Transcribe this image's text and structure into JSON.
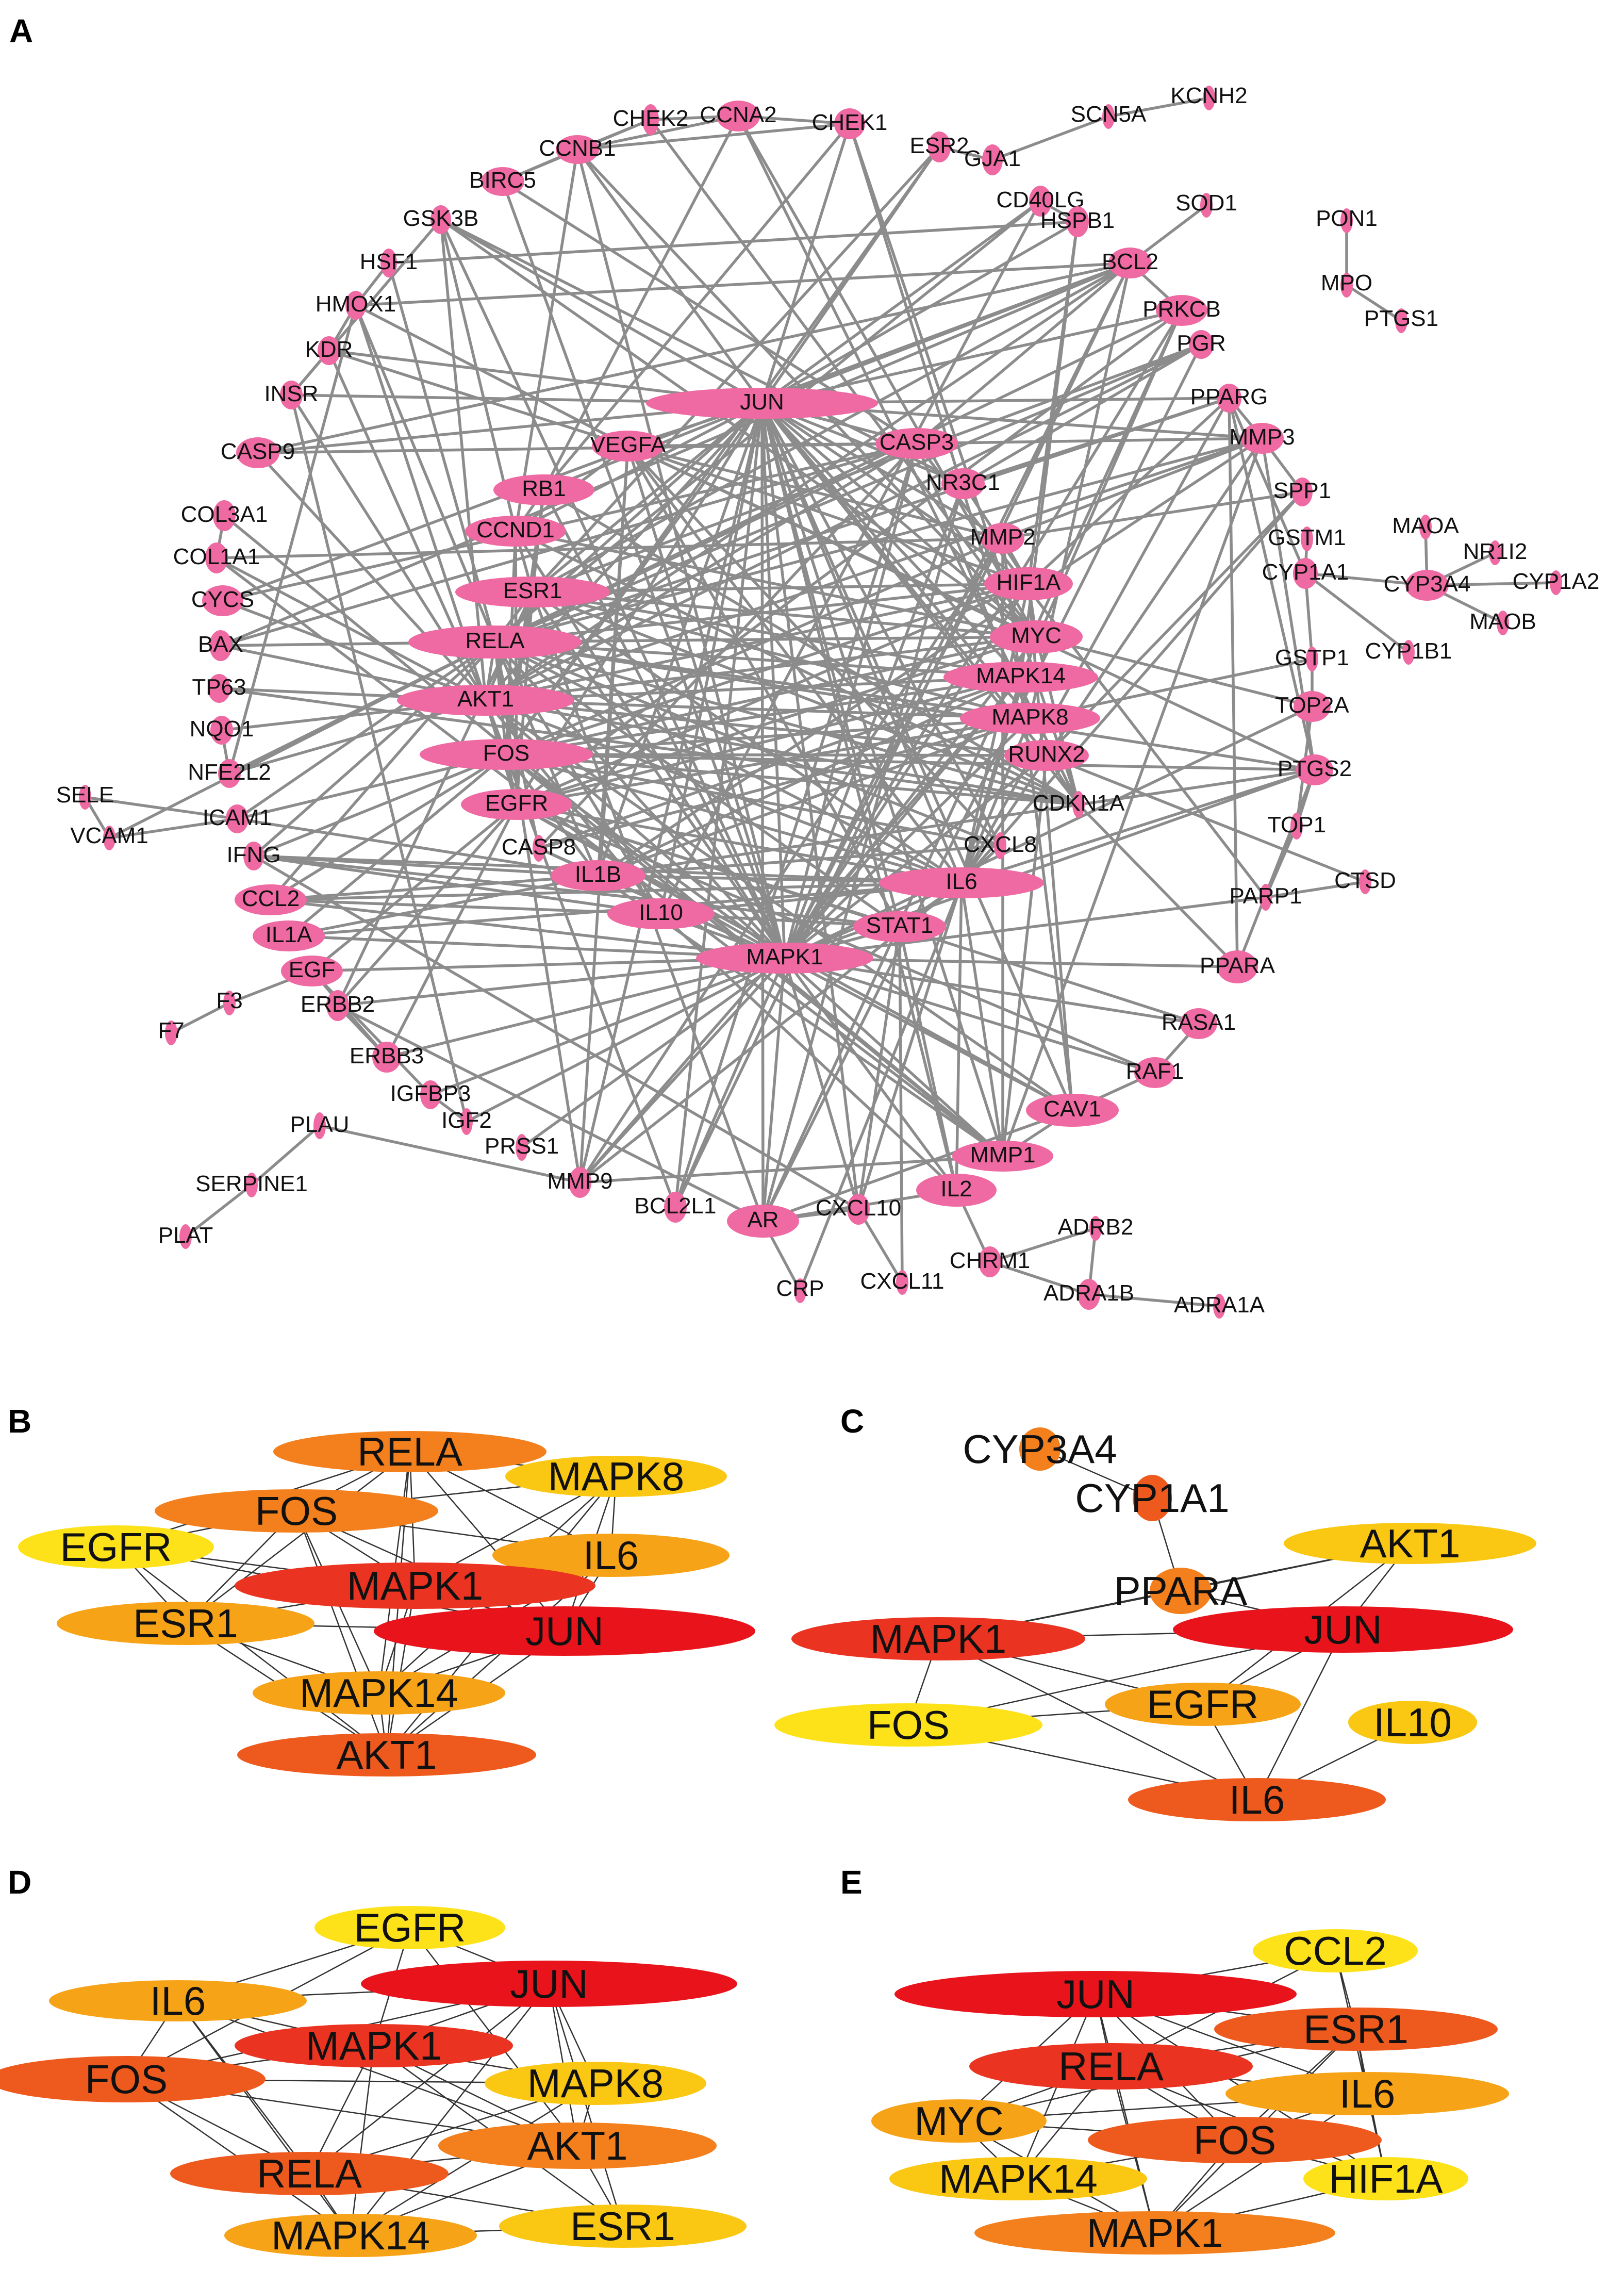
{
  "colors": {
    "node_pink": "#ef6aa2",
    "edge_gray": "#8c8c8c",
    "sub_edge": "#333333",
    "rank_1": "#e8131b",
    "rank_2": "#ea3320",
    "rank_3": "#ee5a1e",
    "rank_4": "#f37f1d",
    "rank_5": "#f7a318",
    "rank_6": "#fac812",
    "rank_7": "#fde21a"
  },
  "panels": {
    "A": {
      "letter": "A",
      "nodes": [
        {
          "id": "CHEK2",
          "label": "CHEK2"
        },
        {
          "id": "CCNA2",
          "label": "CCNA2"
        },
        {
          "id": "CHEK1",
          "label": "CHEK1"
        },
        {
          "id": "ESR2",
          "label": "ESR2"
        },
        {
          "id": "GJA1",
          "label": "GJA1"
        },
        {
          "id": "SCN5A",
          "label": "SCN5A"
        },
        {
          "id": "KCNH2",
          "label": "KCNH2"
        },
        {
          "id": "CCNB1",
          "label": "CCNB1"
        },
        {
          "id": "BIRC5",
          "label": "BIRC5"
        },
        {
          "id": "CD40LG",
          "label": "CD40LG"
        },
        {
          "id": "HSPB1",
          "label": "HSPB1"
        },
        {
          "id": "SOD1",
          "label": "SOD1"
        },
        {
          "id": "PON1",
          "label": "PON1"
        },
        {
          "id": "GSK3B",
          "label": "GSK3B"
        },
        {
          "id": "HSF1",
          "label": "HSF1"
        },
        {
          "id": "BCL2",
          "label": "BCL2"
        },
        {
          "id": "MPO",
          "label": "MPO"
        },
        {
          "id": "PTGS1",
          "label": "PTGS1"
        },
        {
          "id": "HMOX1",
          "label": "HMOX1"
        },
        {
          "id": "PRKCB",
          "label": "PRKCB"
        },
        {
          "id": "KDR",
          "label": "KDR"
        },
        {
          "id": "PGR",
          "label": "PGR"
        },
        {
          "id": "INSR",
          "label": "INSR"
        },
        {
          "id": "JUN",
          "label": "JUN"
        },
        {
          "id": "PPARG",
          "label": "PPARG"
        },
        {
          "id": "MMP3",
          "label": "MMP3"
        },
        {
          "id": "CASP9",
          "label": "CASP9"
        },
        {
          "id": "VEGFA",
          "label": "VEGFA"
        },
        {
          "id": "CASP3",
          "label": "CASP3"
        },
        {
          "id": "SPP1",
          "label": "SPP1"
        },
        {
          "id": "NR3C1",
          "label": "NR3C1"
        },
        {
          "id": "RB1",
          "label": "RB1"
        },
        {
          "id": "COL3A1",
          "label": "COL3A1"
        },
        {
          "id": "MAOA",
          "label": "MAOA"
        },
        {
          "id": "GSTM1",
          "label": "GSTM1"
        },
        {
          "id": "NR1I2",
          "label": "NR1I2"
        },
        {
          "id": "CCND1",
          "label": "CCND1"
        },
        {
          "id": "MMP2",
          "label": "MMP2"
        },
        {
          "id": "COL1A1",
          "label": "COL1A1"
        },
        {
          "id": "CYP1A1",
          "label": "CYP1A1"
        },
        {
          "id": "CYP3A4",
          "label": "CYP3A4"
        },
        {
          "id": "CYP1A2",
          "label": "CYP1A2"
        },
        {
          "id": "ESR1",
          "label": "ESR1"
        },
        {
          "id": "HIF1A",
          "label": "HIF1A"
        },
        {
          "id": "CYCS",
          "label": "CYCS"
        },
        {
          "id": "MAOB",
          "label": "MAOB"
        },
        {
          "id": "MYC",
          "label": "MYC"
        },
        {
          "id": "RELA",
          "label": "RELA"
        },
        {
          "id": "BAX",
          "label": "BAX"
        },
        {
          "id": "GSTP1",
          "label": "GSTP1"
        },
        {
          "id": "CYP1B1",
          "label": "CYP1B1"
        },
        {
          "id": "MAPK14",
          "label": "MAPK14"
        },
        {
          "id": "TP63",
          "label": "TP63"
        },
        {
          "id": "AKT1",
          "label": "AKT1"
        },
        {
          "id": "TOP2A",
          "label": "TOP2A"
        },
        {
          "id": "MAPK8",
          "label": "MAPK8"
        },
        {
          "id": "NQO1",
          "label": "NQO1"
        },
        {
          "id": "FOS",
          "label": "FOS"
        },
        {
          "id": "RUNX2",
          "label": "RUNX2"
        },
        {
          "id": "NFE2L2",
          "label": "NFE2L2"
        },
        {
          "id": "PTGS2",
          "label": "PTGS2"
        },
        {
          "id": "SELE",
          "label": "SELE"
        },
        {
          "id": "CDKN1A",
          "label": "CDKN1A"
        },
        {
          "id": "EGFR",
          "label": "EGFR"
        },
        {
          "id": "ICAM1",
          "label": "ICAM1"
        },
        {
          "id": "VCAM1",
          "label": "VCAM1"
        },
        {
          "id": "TOP1",
          "label": "TOP1"
        },
        {
          "id": "CXCL8",
          "label": "CXCL8"
        },
        {
          "id": "CASP8",
          "label": "CASP8"
        },
        {
          "id": "IFNG",
          "label": "IFNG"
        },
        {
          "id": "IL6",
          "label": "IL6"
        },
        {
          "id": "IL1B",
          "label": "IL1B"
        },
        {
          "id": "CTSD",
          "label": "CTSD"
        },
        {
          "id": "CCL2",
          "label": "CCL2"
        },
        {
          "id": "PARP1",
          "label": "PARP1"
        },
        {
          "id": "IL10",
          "label": "IL10"
        },
        {
          "id": "IL1A",
          "label": "IL1A"
        },
        {
          "id": "STAT1",
          "label": "STAT1"
        },
        {
          "id": "MAPK1",
          "label": "MAPK1"
        },
        {
          "id": "PPARA",
          "label": "PPARA"
        },
        {
          "id": "EGF",
          "label": "EGF"
        },
        {
          "id": "F3",
          "label": "F3"
        },
        {
          "id": "ERBB2",
          "label": "ERBB2"
        },
        {
          "id": "F7",
          "label": "F7"
        },
        {
          "id": "RASA1",
          "label": "RASA1"
        },
        {
          "id": "ERBB3",
          "label": "ERBB3"
        },
        {
          "id": "RAF1",
          "label": "RAF1"
        },
        {
          "id": "IGFBP3",
          "label": "IGFBP3"
        },
        {
          "id": "CAV1",
          "label": "CAV1"
        },
        {
          "id": "PLAU",
          "label": "PLAU"
        },
        {
          "id": "IGF2",
          "label": "IGF2"
        },
        {
          "id": "PRSS1",
          "label": "PRSS1"
        },
        {
          "id": "MMP1",
          "label": "MMP1"
        },
        {
          "id": "MMP9",
          "label": "MMP9"
        },
        {
          "id": "SERPINE1",
          "label": "SERPINE1"
        },
        {
          "id": "BCL2L1",
          "label": "BCL2L1"
        },
        {
          "id": "CXCL10",
          "label": "CXCL10"
        },
        {
          "id": "IL2",
          "label": "IL2"
        },
        {
          "id": "AR",
          "label": "AR"
        },
        {
          "id": "ADRB2",
          "label": "ADRB2"
        },
        {
          "id": "PLAT",
          "label": "PLAT"
        },
        {
          "id": "CHRM1",
          "label": "CHRM1"
        },
        {
          "id": "CXCL11",
          "label": "CXCL11"
        },
        {
          "id": "ADRA1B",
          "label": "ADRA1B"
        },
        {
          "id": "CRP",
          "label": "CRP"
        },
        {
          "id": "ADRA1A",
          "label": "ADRA1A"
        }
      ]
    },
    "B": {
      "letter": "B",
      "nodes": [
        {
          "id": "RELA",
          "label": "RELA",
          "rank": 4
        },
        {
          "id": "MAPK8",
          "label": "MAPK8",
          "rank": 6
        },
        {
          "id": "FOS",
          "label": "FOS",
          "rank": 4
        },
        {
          "id": "EGFR",
          "label": "EGFR",
          "rank": 7
        },
        {
          "id": "IL6",
          "label": "IL6",
          "rank": 5
        },
        {
          "id": "MAPK1",
          "label": "MAPK1",
          "rank": 2
        },
        {
          "id": "ESR1",
          "label": "ESR1",
          "rank": 5
        },
        {
          "id": "JUN",
          "label": "JUN",
          "rank": 1
        },
        {
          "id": "MAPK14",
          "label": "MAPK14",
          "rank": 5
        },
        {
          "id": "AKT1",
          "label": "AKT1",
          "rank": 3
        }
      ]
    },
    "C": {
      "letter": "C",
      "nodes": [
        {
          "id": "CYP3A4",
          "label": "CYP3A4",
          "rank": 4
        },
        {
          "id": "CYP1A1",
          "label": "CYP1A1",
          "rank": 3
        },
        {
          "id": "PPARA",
          "label": "PPARA",
          "rank": 4
        },
        {
          "id": "AKT1",
          "label": "AKT1",
          "rank": 6
        },
        {
          "id": "MAPK1",
          "label": "MAPK1",
          "rank": 2
        },
        {
          "id": "JUN",
          "label": "JUN",
          "rank": 1
        },
        {
          "id": "EGFR",
          "label": "EGFR",
          "rank": 5
        },
        {
          "id": "FOS",
          "label": "FOS",
          "rank": 7
        },
        {
          "id": "IL10",
          "label": "IL10",
          "rank": 6
        },
        {
          "id": "IL6",
          "label": "IL6",
          "rank": 3
        }
      ]
    },
    "D": {
      "letter": "D",
      "nodes": [
        {
          "id": "EGFR",
          "label": "EGFR",
          "rank": 7
        },
        {
          "id": "JUN",
          "label": "JUN",
          "rank": 1
        },
        {
          "id": "IL6",
          "label": "IL6",
          "rank": 5
        },
        {
          "id": "MAPK1",
          "label": "MAPK1",
          "rank": 2
        },
        {
          "id": "FOS",
          "label": "FOS",
          "rank": 3
        },
        {
          "id": "MAPK8",
          "label": "MAPK8",
          "rank": 6
        },
        {
          "id": "AKT1",
          "label": "AKT1",
          "rank": 4
        },
        {
          "id": "RELA",
          "label": "RELA",
          "rank": 3
        },
        {
          "id": "MAPK14",
          "label": "MAPK14",
          "rank": 5
        },
        {
          "id": "ESR1",
          "label": "ESR1",
          "rank": 6
        }
      ]
    },
    "E": {
      "letter": "E",
      "nodes": [
        {
          "id": "CCL2",
          "label": "CCL2",
          "rank": 7
        },
        {
          "id": "JUN",
          "label": "JUN",
          "rank": 1
        },
        {
          "id": "ESR1",
          "label": "ESR1",
          "rank": 3
        },
        {
          "id": "RELA",
          "label": "RELA",
          "rank": 2
        },
        {
          "id": "IL6",
          "label": "IL6",
          "rank": 5
        },
        {
          "id": "MYC",
          "label": "MYC",
          "rank": 5
        },
        {
          "id": "FOS",
          "label": "FOS",
          "rank": 3
        },
        {
          "id": "MAPK14",
          "label": "MAPK14",
          "rank": 6
        },
        {
          "id": "HIF1A",
          "label": "HIF1A",
          "rank": 7
        },
        {
          "id": "MAPK1",
          "label": "MAPK1",
          "rank": 4
        }
      ]
    }
  }
}
